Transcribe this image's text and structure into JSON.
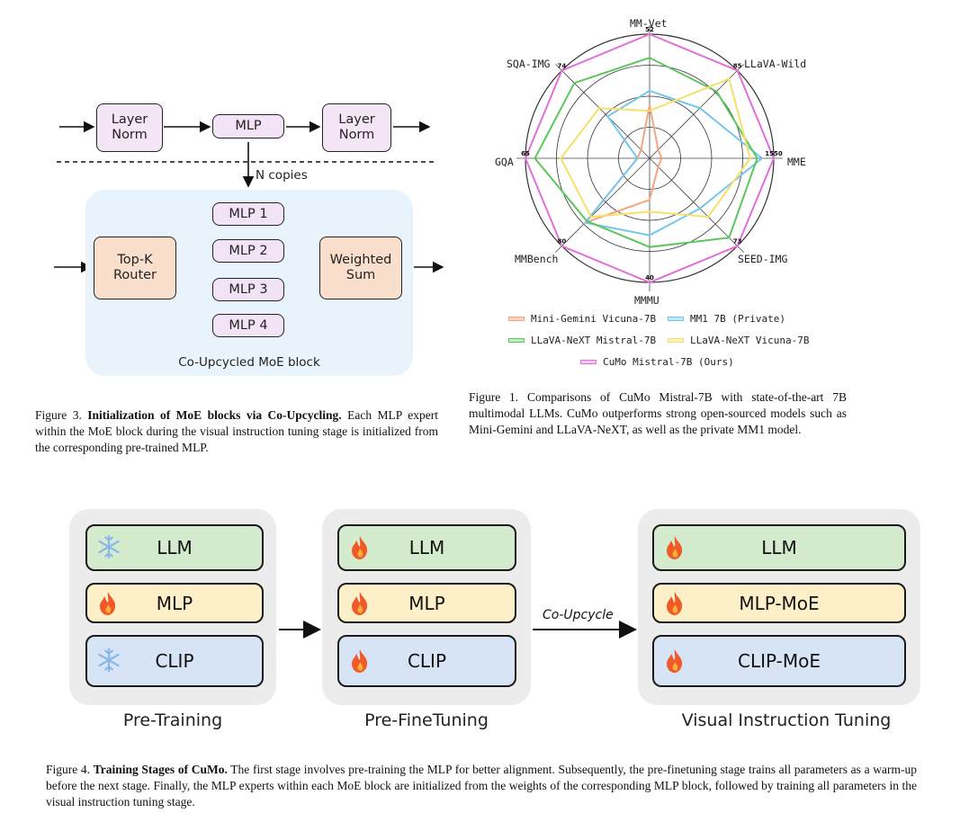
{
  "fig3": {
    "layer_norm_1": "Layer\nNorm",
    "mlp": "MLP",
    "layer_norm_2": "Layer\nNorm",
    "n_copies": "N copies",
    "router": "Top-K\nRouter",
    "experts": [
      "MLP 1",
      "MLP 2",
      "MLP 3",
      "MLP 4"
    ],
    "weighted_sum": "Weighted\nSum",
    "block_label": "Co-Upcycled MoE block",
    "caption_prefix": "Figure 3. ",
    "caption_bold": "Initialization of MoE blocks via Co-Upcycling.",
    "caption_rest": " Each MLP expert within the MoE block during the visual instruction tuning stage is initialized from the corresponding pre-trained MLP."
  },
  "fig1": {
    "axes": [
      "MM-Vet",
      "LLaVA-Wild",
      "MME",
      "SEED-IMG",
      "MMMU",
      "MMBench",
      "GQA",
      "SQA-IMG"
    ],
    "axis_max_labels": [
      "52",
      "85",
      "1550",
      "73",
      "40",
      "80",
      "65",
      "74"
    ],
    "legend": [
      {
        "name": "Mini-Gemini Vicuna-7B",
        "color": "#f4a582"
      },
      {
        "name": "MM1 7B (Private)",
        "color": "#74c7ec"
      },
      {
        "name": "LLaVA-NeXT Mistral-7B",
        "color": "#5cc75c"
      },
      {
        "name": "LLaVA-NeXT Vicuna-7B",
        "color": "#f5e06a"
      },
      {
        "name": "CuMo Mistral-7B (Ours)",
        "color": "#e36fd8"
      }
    ],
    "caption": "Figure 1. Comparisons of CuMo Mistral-7B with state-of-the-art 7B multimodal LLMs. CuMo outperforms strong open-sourced models such as Mini-Gemini and LLaVA-NeXT, as well as the private MM1 model."
  },
  "chart_data": {
    "type": "radar",
    "axes": [
      "MM-Vet",
      "LLaVA-Wild",
      "MME",
      "SEED-IMG",
      "MMMU",
      "MMBench",
      "GQA",
      "SQA-IMG"
    ],
    "series": [
      {
        "name": "Mini-Gemini Vicuna-7B",
        "values": [
          0.4,
          0.05,
          0.05,
          0.05,
          0.3,
          0.72,
          0.05,
          0.05
        ]
      },
      {
        "name": "MM1 7B (Private)",
        "values": [
          0.52,
          0.55,
          0.9,
          0.55,
          0.6,
          0.72,
          0.05,
          0.45
        ]
      },
      {
        "name": "LLaVA-NeXT Mistral-7B",
        "values": [
          0.8,
          0.75,
          0.86,
          0.9,
          0.7,
          0.7,
          0.92,
          0.85
        ]
      },
      {
        "name": "LLaVA-NeXT Vicuna-7B",
        "values": [
          0.35,
          0.9,
          0.8,
          0.65,
          0.4,
          0.65,
          0.7,
          0.55
        ]
      },
      {
        "name": "CuMo Mistral-7B (Ours)",
        "values": [
          1.0,
          1.0,
          1.0,
          1.0,
          1.0,
          1.0,
          1.0,
          1.0
        ]
      }
    ]
  },
  "fig4": {
    "stages": [
      {
        "title": "Pre-Training",
        "layers": [
          {
            "label": "LLM",
            "icon": "snowflake-icon"
          },
          {
            "label": "MLP",
            "icon": "fire-icon"
          },
          {
            "label": "CLIP",
            "icon": "snowflake-icon"
          }
        ]
      },
      {
        "title": "Pre-FineTuning",
        "layers": [
          {
            "label": "LLM",
            "icon": "fire-icon"
          },
          {
            "label": "MLP",
            "icon": "fire-icon"
          },
          {
            "label": "CLIP",
            "icon": "fire-icon"
          }
        ]
      },
      {
        "title": "Visual Instruction Tuning",
        "layers": [
          {
            "label": "LLM",
            "icon": "fire-icon"
          },
          {
            "label": "MLP-MoE",
            "icon": "fire-icon"
          },
          {
            "label": "CLIP-MoE",
            "icon": "fire-icon"
          }
        ]
      }
    ],
    "arrow_label": "Co-Upcycle",
    "caption_prefix": "Figure 4. ",
    "caption_bold": "Training Stages of CuMo.",
    "caption_rest": " The first stage involves pre-training the MLP for better alignment. Subsequently, the pre-finetuning stage trains all parameters as a warm-up before the next stage. Finally, the MLP experts within each MoE block are initialized from the weights of the corresponding MLP block, followed by training all parameters in the visual instruction tuning stage."
  },
  "colors": {
    "llm": "#d5ebcd",
    "mlp": "#fdf0c8",
    "clip": "#d6e4f6",
    "fire": "#f05a28",
    "snow": "#8ab8e6"
  }
}
